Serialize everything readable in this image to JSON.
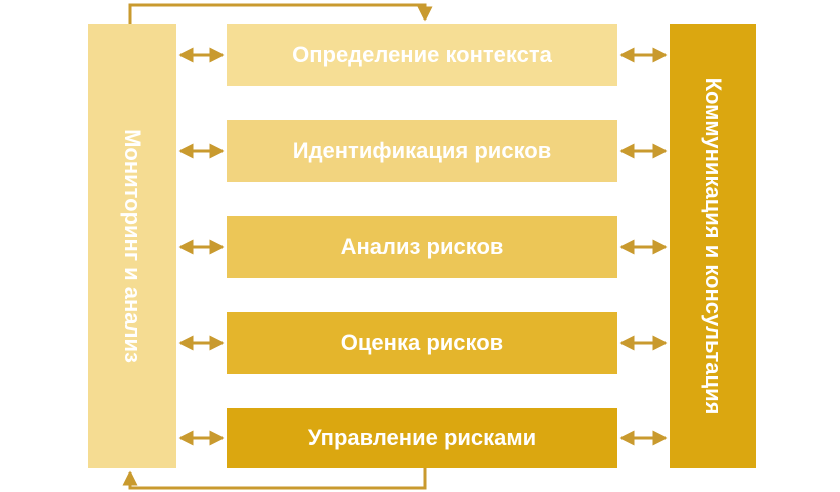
{
  "steps": [
    {
      "label": "Определение контекста",
      "color": "#F6DE95"
    },
    {
      "label": "Идентификация рисков",
      "color": "#F2D47F"
    },
    {
      "label": "Анализ рисков",
      "color": "#ECC657"
    },
    {
      "label": "Оценка рисков",
      "color": "#E4B52C"
    },
    {
      "label": "Управление рисками",
      "color": "#DBA710"
    }
  ],
  "left_bar": {
    "label": "Мониторинг и анализ",
    "color": "#F5DC92"
  },
  "right_bar": {
    "label": "Коммуникация и консультация",
    "color": "#DBA710"
  },
  "arrow_color": "#C99A2E"
}
